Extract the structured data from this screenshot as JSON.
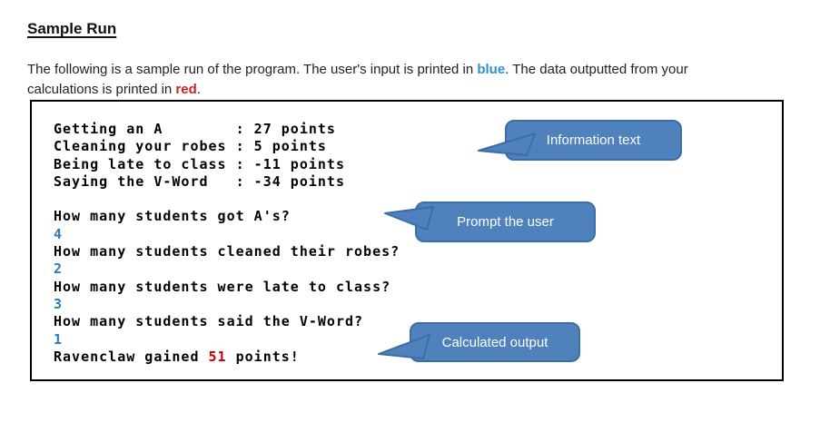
{
  "page": {
    "title": "Sample Run"
  },
  "intro": {
    "line1_pre": "The following is a sample run of the program. The user's input is printed in ",
    "blue_word": "blue",
    "line1_post": ". The data outputted from your",
    "line2_pre": "calculations is printed in ",
    "red_word": "red",
    "line2_post": "."
  },
  "colors": {
    "callout_fill": "#4f81bd",
    "callout_border": "#3a6ea5",
    "callout_text": "#ffffff",
    "console_input_blue": "#2b7bba",
    "console_output_red": "#c40000",
    "intro_blue": "#2e8fd0",
    "intro_red": "#cc2222",
    "box_border": "#000000"
  },
  "console": {
    "lines": [
      [
        {
          "t": "Getting an A        : 27 points",
          "c": "k"
        }
      ],
      [
        {
          "t": "Cleaning your robes : 5 points",
          "c": "k"
        }
      ],
      [
        {
          "t": "Being late to class : -11 points",
          "c": "k"
        }
      ],
      [
        {
          "t": "Saying the V-Word   : -34 points",
          "c": "k"
        }
      ],
      [],
      [
        {
          "t": "How many students got A's?",
          "c": "k"
        }
      ],
      [
        {
          "t": "4",
          "c": "b"
        }
      ],
      [
        {
          "t": "How many students cleaned their robes?",
          "c": "k"
        }
      ],
      [
        {
          "t": "2",
          "c": "b"
        }
      ],
      [
        {
          "t": "How many students were late to class?",
          "c": "k"
        }
      ],
      [
        {
          "t": "3",
          "c": "b"
        }
      ],
      [
        {
          "t": "How many students said the V-Word?",
          "c": "k"
        }
      ],
      [
        {
          "t": "1",
          "c": "b"
        }
      ],
      [
        {
          "t": "Ravenclaw gained ",
          "c": "k"
        },
        {
          "t": "51",
          "c": "r"
        },
        {
          "t": " points!",
          "c": "k"
        }
      ]
    ]
  },
  "callouts": [
    {
      "label": "Information text"
    },
    {
      "label": "Prompt the user"
    },
    {
      "label": "Calculated output"
    }
  ]
}
